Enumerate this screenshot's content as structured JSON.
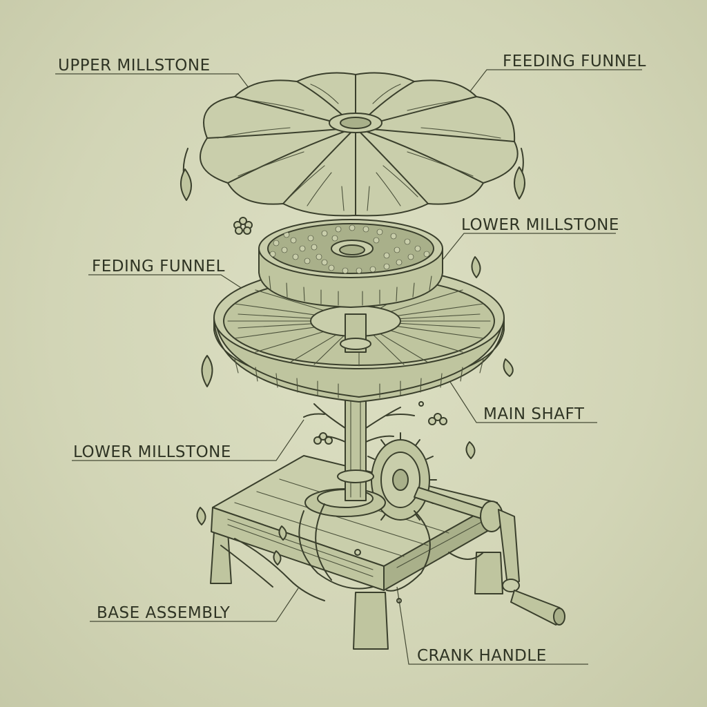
{
  "labels": {
    "upper_millstone_top": "UPPER MILLSTONE",
    "feeding_funnel_top": "FEEDING FUNNEL",
    "lower_millstone_right": "LOWER MILLSTONE",
    "feding_funnel_left": "FEDING FUNNEL",
    "main_shaft": "MAIN SHAFT",
    "lower_millstone_left": "LOWER MILLSTONE",
    "base_assembly": "BASE ASSEMBLY",
    "crank_handle": "CRANK HANDLE"
  },
  "colors": {
    "paper": "#d3d6b8",
    "ink": "#3a3f2c",
    "fill": "#c9ceab"
  }
}
